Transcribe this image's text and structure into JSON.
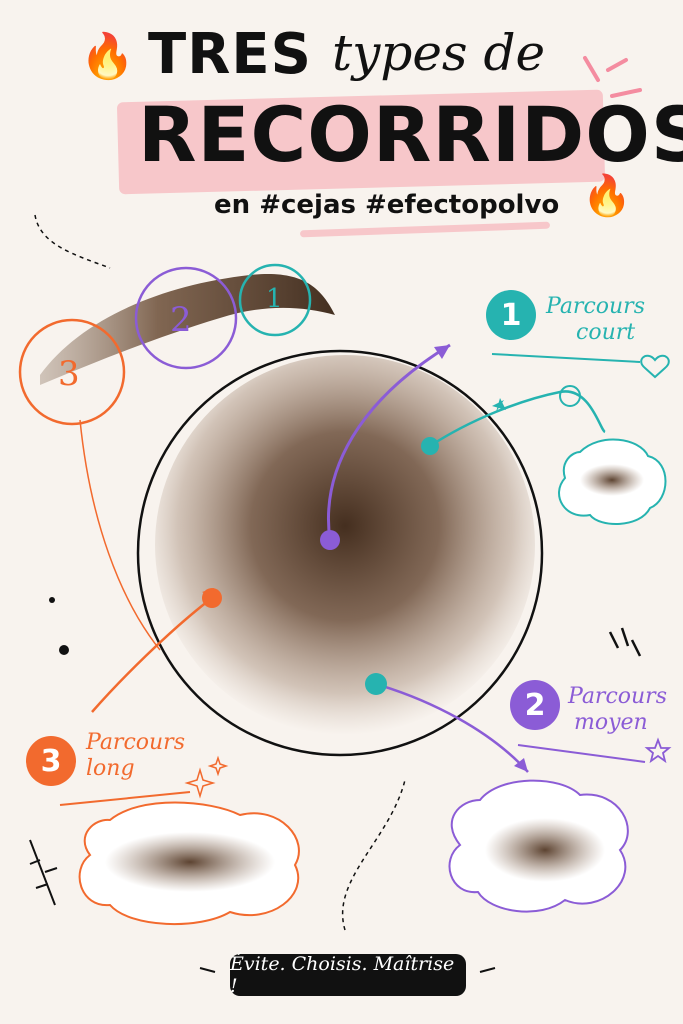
{
  "header": {
    "title_word1": "TRES",
    "title_word2": "types de",
    "title_word3": "RECORRIDOS",
    "subtitle": "en #cejas #efectopolvo",
    "flame_icon": "🔥"
  },
  "brow_markers": [
    {
      "number": "1",
      "color": "#26b3b0"
    },
    {
      "number": "2",
      "color": "#8b5cd6"
    },
    {
      "number": "3",
      "color": "#f26a2e"
    }
  ],
  "paths": [
    {
      "number": "1",
      "label_line1": "Parcours",
      "label_line2": "court",
      "color": "#26b3b0"
    },
    {
      "number": "2",
      "label_line1": "Parcours",
      "label_line2": "moyen",
      "color": "#8b5cd6"
    },
    {
      "number": "3",
      "label_line1": "Parcours",
      "label_line2": "long",
      "color": "#f26a2e"
    }
  ],
  "colors": {
    "background": "#f8f3ee",
    "powder": "#5a3a24",
    "highlight": "#f7c7ca",
    "teal": "#26b3b0",
    "purple": "#8b5cd6",
    "orange": "#f26a2e"
  },
  "footer": {
    "tagline": "Évite. Choisis. Maîtrise !"
  }
}
